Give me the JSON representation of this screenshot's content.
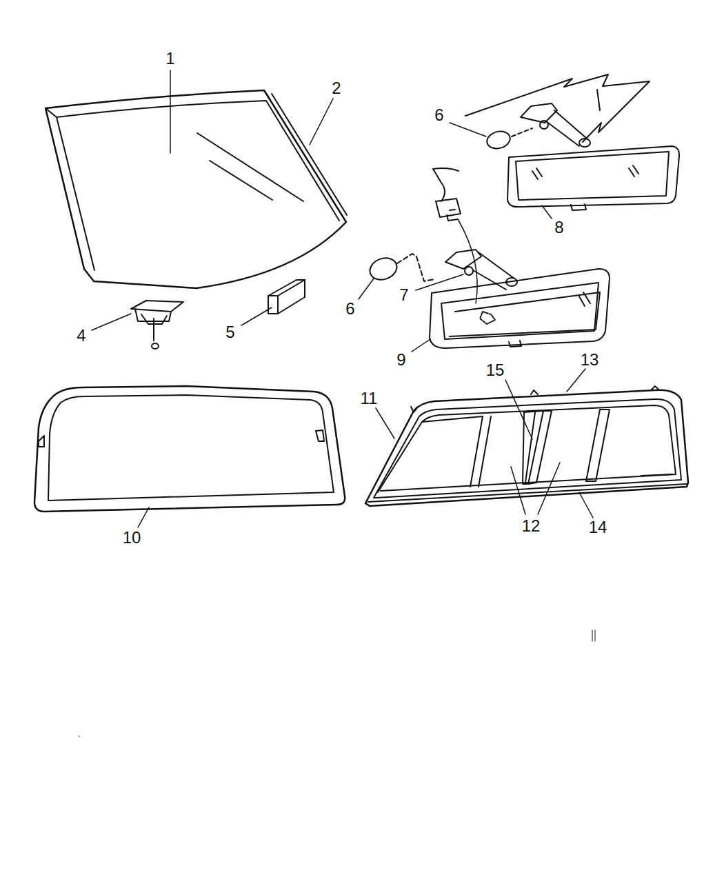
{
  "diagram": {
    "labels": [
      "1",
      "2",
      "6",
      "8",
      "6",
      "7",
      "9",
      "4",
      "5",
      "13",
      "15",
      "11",
      "12",
      "14",
      "10"
    ]
  }
}
